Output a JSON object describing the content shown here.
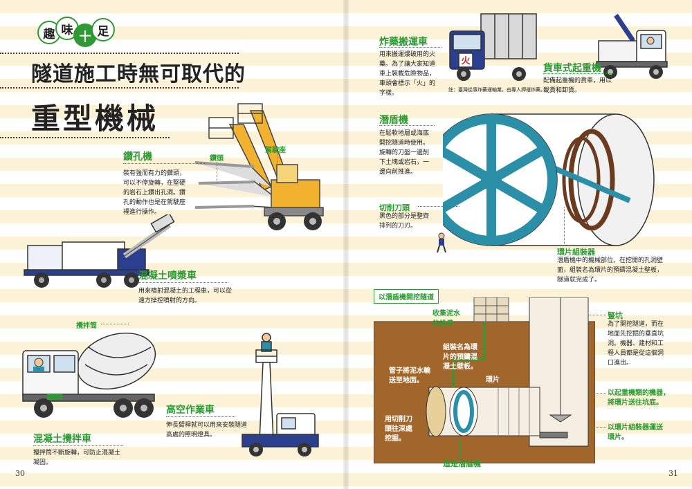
{
  "header": {
    "badge_chars": [
      "趣",
      "味",
      "十",
      "足"
    ],
    "title_line1": "隧道施工時無可取代的",
    "title_line2": "重型機械"
  },
  "left": {
    "drill": {
      "label": "鑽孔機",
      "desc": [
        "裝有強而有力的鑽頭，",
        "可以不停旋轉，在堅硬",
        "的岩石上鑽出孔洞。鑽",
        "孔的動作也是在駕駛座",
        "裡進行操作。"
      ],
      "callout_bit": "鑽頭",
      "callout_seat": "駕駛座"
    },
    "sprayer": {
      "label": "混凝土噴漿車",
      "desc": [
        "用來噴射混凝土的工程車，可以從",
        "遠方操控噴射的方向。"
      ]
    },
    "mixer": {
      "label": "混凝土攪拌車",
      "callout_drum": "攪拌筒",
      "desc": [
        "攪拌筒不斷旋轉，可防止混凝土",
        "凝固。"
      ]
    },
    "aerial": {
      "label": "高空作業車",
      "desc": [
        "伸長臂桿就可以用來安裝隧道",
        "高處的照明燈具。"
      ]
    },
    "page_number": "30"
  },
  "right": {
    "explosive_truck": {
      "label": "炸藥搬運車",
      "desc": [
        "用來搬運爆破用的火",
        "藥。為了讓大家知道",
        "車上裝載危險物品，",
        "車頭會標示「火」的",
        "字樣。"
      ],
      "note": "註：臺灣從事炸藥運輸業，由專人押運炸藥。",
      "sign_char": "火"
    },
    "crane_truck": {
      "label": "貨車式起重機",
      "desc": [
        "配備起重機的貨車，用以",
        "載貨和卸貨。"
      ]
    },
    "shield": {
      "label": "潛盾機",
      "desc": [
        "在鬆軟地層或海底",
        "開挖隧道時使用。",
        "旋轉的刀盤一邊削",
        "下土塊或岩石，一",
        "邊向前推進。"
      ],
      "cutter_label": "切削刀頭",
      "cutter_desc": [
        "黑色的部分是整齊",
        "排列的刀刃。"
      ],
      "erector_label": "環片組裝器",
      "erector_desc": [
        "潛盾機中的機械部位，在挖開的孔洞壁",
        "面，組裝名為環片的預鑄混凝土壁板，",
        "隧道就完成了。"
      ]
    },
    "diagram": {
      "section_title": "以潛盾機開挖隧道",
      "mud_facility": [
        "收集泥水",
        "的設備"
      ],
      "shaft_label": "豎坑",
      "shaft_desc": [
        "為了開挖隧道，而在",
        "地面先挖掘的垂直坑",
        "洞。機器、建材和工",
        "程人員都是從這個洞",
        "口進出。"
      ],
      "assemble_note": [
        "組裝名為環",
        "片的預鑄混",
        "凝土壁板。"
      ],
      "pipe_note": [
        "管子將泥水輸",
        "送至地面。"
      ],
      "segment_label": "環片",
      "cutter_note": [
        "用切削刀",
        "頭往深處",
        "挖掘。"
      ],
      "crane_note": [
        "以起重機類的機器，",
        "將環片送往坑底。"
      ],
      "erector_note": [
        "以環片組裝器運送",
        "環片。"
      ],
      "shield_machine_label": "這是潛盾機"
    },
    "page_number": "31"
  },
  "colors": {
    "accent_green": "#2f9a33",
    "stripe": "#fbf2d7",
    "shield_teal": "#2b8fa8",
    "crane_yellow": "#f2b230",
    "soil_brown": "#a0662b",
    "truck_blue": "#2b3f8f"
  }
}
